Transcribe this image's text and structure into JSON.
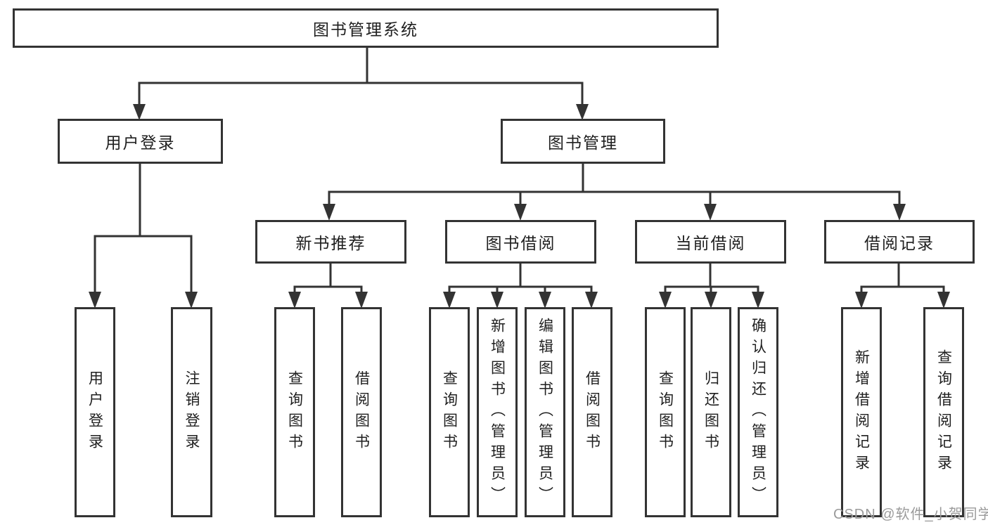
{
  "tree": {
    "root": {
      "label": "图书管理系统",
      "children": [
        {
          "label": "用户登录",
          "children": [
            {
              "label": "用户登录"
            },
            {
              "label": "注销登录"
            }
          ]
        },
        {
          "label": "图书管理",
          "children": [
            {
              "label": "新书推荐",
              "children": [
                {
                  "label": "查询图书"
                },
                {
                  "label": "借阅图书"
                }
              ]
            },
            {
              "label": "图书借阅",
              "children": [
                {
                  "label": "查询图书"
                },
                {
                  "label": "新增图书（管理员）"
                },
                {
                  "label": "编辑图书（管理员）"
                },
                {
                  "label": "借阅图书"
                }
              ]
            },
            {
              "label": "当前借阅",
              "children": [
                {
                  "label": "查询图书"
                },
                {
                  "label": "归还图书"
                },
                {
                  "label": "确认归还（管理员）"
                }
              ]
            },
            {
              "label": "借阅记录",
              "children": [
                {
                  "label": "新增借阅记录"
                },
                {
                  "label": "查询借阅记录"
                }
              ]
            }
          ]
        }
      ]
    }
  },
  "watermark": {
    "label": "CSDN @软件_小贺同学"
  },
  "colors": {
    "line": "#333333",
    "box_border": "#333333",
    "text": "#1f1f1f",
    "watermark": "#9b9b9b",
    "background": "#ffffff"
  }
}
